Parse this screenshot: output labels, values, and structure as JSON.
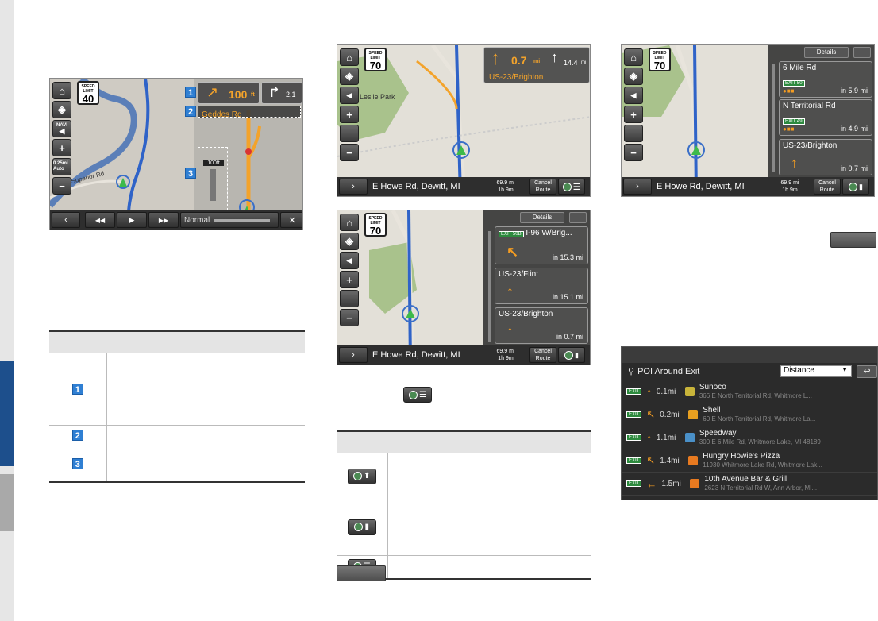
{
  "screen1": {
    "speed_label": "SPEED LIMIT",
    "speed_value": "40",
    "turn_distance": "100",
    "turn_distance_unit": "ft",
    "next_distance": "2.1",
    "street_name": "Geddes Rd",
    "lane_distance": "100ft",
    "map_label": "Superior Rd",
    "navi_label": "NAVI",
    "scale_label": "0.25mi Auto",
    "playback_mode": "Normal",
    "callouts": [
      "1",
      "2",
      "3"
    ]
  },
  "screen2": {
    "speed_label": "SPEED LIMIT",
    "speed_value": "70",
    "turn_distance": "0.7",
    "turn_distance_unit": "mi",
    "next_distance": "14.4",
    "next_unit": "mi",
    "route_name": "US-23/Brighton",
    "park_label": "Leslie Park",
    "address": "E Howe Rd, Dewitt, MI",
    "trip_distance": "69.9 mi",
    "trip_time": "1h 9m",
    "cancel_route": "Cancel Route"
  },
  "screen3": {
    "speed_value": "70",
    "details_label": "Details",
    "address": "E Howe Rd, Dewitt, MI",
    "trip_distance": "69.9 mi",
    "trip_time": "1h 9m",
    "cancel_route": "Cancel Route",
    "items": [
      {
        "exit": "EXIT 50B",
        "title": "I-96 W/Brig...",
        "distance": "in 15.3 mi"
      },
      {
        "exit": "",
        "title": "US-23/Flint",
        "distance": "in 15.1 mi"
      },
      {
        "exit": "",
        "title": "US-23/Brighton",
        "distance": "in 0.7 mi"
      }
    ]
  },
  "screen4": {
    "speed_value": "70",
    "details_label": "Details",
    "address": "E Howe Rd, Dewitt, MI",
    "trip_distance": "69.9 mi",
    "trip_time": "1h 9m",
    "cancel_route": "Cancel Route",
    "items": [
      {
        "exit": "EXIT 50",
        "title": "6 Mile Rd",
        "distance": "in 5.9 mi"
      },
      {
        "exit": "EXIT 49",
        "title": "N Territorial Rd",
        "distance": "in 4.9 mi"
      },
      {
        "exit": "",
        "title": "US-23/Brighton",
        "distance": "in 0.7 mi"
      }
    ]
  },
  "poi": {
    "title": "POI Around Exit",
    "sort": "Distance",
    "rows": [
      {
        "dist": "0.1mi",
        "name": "Sunoco",
        "address": "366 E North Territorial Rd, Whitmore L...",
        "arrow": "↑",
        "color": "#c8b43a"
      },
      {
        "dist": "0.2mi",
        "name": "Shell",
        "address": "60 E North Territorial Rd, Whitmore La...",
        "arrow": "↖",
        "color": "#e8a020"
      },
      {
        "dist": "1.1mi",
        "name": "Speedway",
        "address": "300 E 6 Mile Rd, Whitmore Lake, MI 48189",
        "arrow": "↑",
        "color": "#4a90c8"
      },
      {
        "dist": "1.4mi",
        "name": "Hungry Howie's Pizza",
        "address": "11930 Whitmore Lake Rd, Whitmore Lak...",
        "arrow": "↖",
        "color": "#e87a20"
      },
      {
        "dist": "1.5mi",
        "name": "10th Avenue Bar & Grill",
        "address": "2623 N Territorial Rd W, Ann Arbor, MI...",
        "arrow": "←",
        "color": "#e87a20"
      }
    ]
  },
  "table1": {
    "rows": [
      "1",
      "2",
      "3"
    ]
  },
  "exit_label": "EXIT"
}
